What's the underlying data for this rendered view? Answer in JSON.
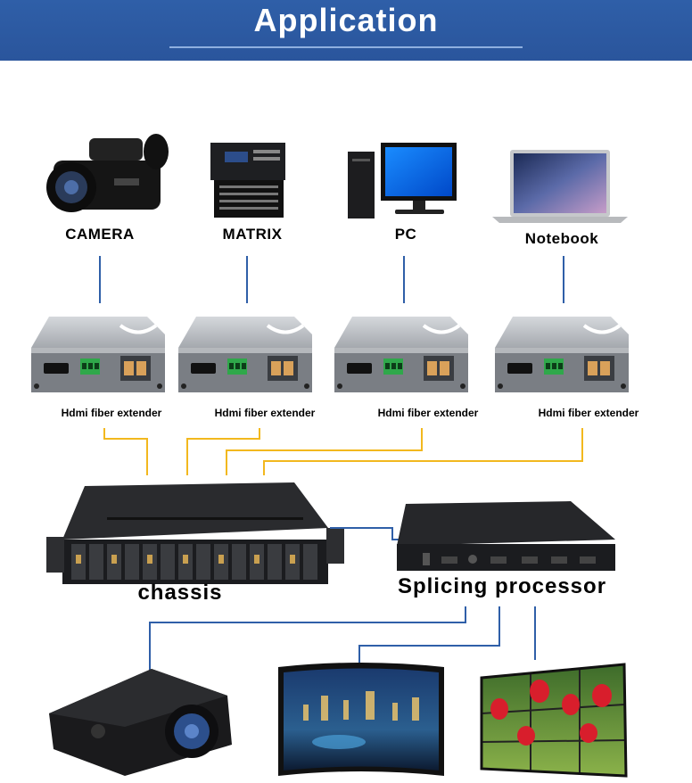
{
  "header": {
    "title": "Application"
  },
  "sources": [
    {
      "label": "CAMERA",
      "icon": "camera-icon"
    },
    {
      "label": "MATRIX",
      "icon": "matrix-switcher-icon"
    },
    {
      "label": "PC",
      "icon": "pc-icon"
    },
    {
      "label": "Notebook",
      "icon": "laptop-icon"
    }
  ],
  "extenders": [
    {
      "label": "Hdmi fiber extender"
    },
    {
      "label": "Hdmi fiber extender"
    },
    {
      "label": "Hdmi fiber extender"
    },
    {
      "label": "Hdmi fiber extender"
    }
  ],
  "hub": {
    "chassis_label": "chassis",
    "processor_label": "Splicing processor"
  },
  "outputs": [
    {
      "icon": "projector-icon"
    },
    {
      "icon": "curved-display-icon"
    },
    {
      "icon": "video-wall-icon"
    }
  ],
  "colors": {
    "header": "#2f5fa8",
    "link_blue": "#2f5fa8",
    "fiber_yellow": "#f2b81e"
  }
}
